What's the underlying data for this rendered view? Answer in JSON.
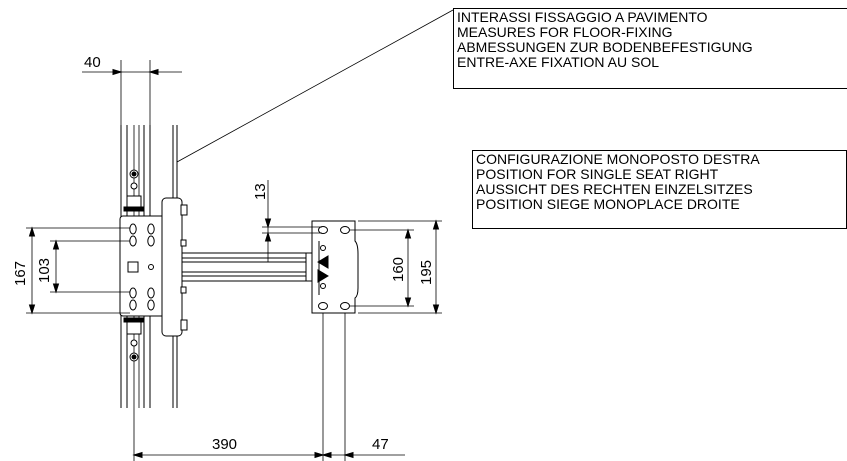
{
  "notes": {
    "floor_fixing": [
      "INTERASSI FISSAGGIO A PAVIMENTO",
      "MEASURES FOR FLOOR-FIXING",
      "ABMESSUNGEN ZUR BODENBEFESTIGUNG",
      "ENTRE-AXE FIXATION AU SOL"
    ],
    "single_seat_right": [
      "CONFIGURAZIONE MONOPOSTO DESTRA",
      "POSITION FOR SINGLE SEAT RIGHT",
      "AUSSICHT DES RECHTEN EINZELSITZES",
      "POSITION SIEGE MONOPLACE DROITE"
    ]
  },
  "dimensions": {
    "d40": "40",
    "d167": "167",
    "d103": "103",
    "d13": "13",
    "d160": "160",
    "d195": "195",
    "d390": "390",
    "d47": "47"
  }
}
